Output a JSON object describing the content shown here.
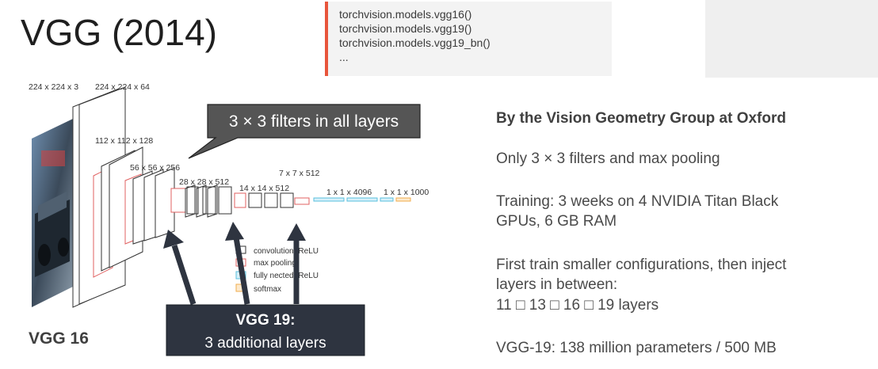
{
  "title": "VGG (2014)",
  "code_lines": [
    "torchvision.models.vgg16()",
    "torchvision.models.vgg19()",
    "torchvision.models.vgg19_bn()",
    "..."
  ],
  "diagram": {
    "dims": [
      "224 x 224 x 3",
      "224 x 224 x 64",
      "112 x 112 x 128",
      "56 x 56 x 256",
      "28 x 28 x 512",
      "14 x 14 x 512",
      "7 x 7 x 512",
      "1 x 1 x 4096",
      "1 x 1 x 1000"
    ],
    "callout": "3 × 3 filters in all layers",
    "vgg19_title": "VGG 19:",
    "vgg19_subtitle": "3 additional layers",
    "legend": [
      "convolution+ReLU",
      "max pooling",
      "fully nected+ReLU",
      "softmax"
    ],
    "colors": {
      "conv": "#333333",
      "pool": "#e06060",
      "fc": "#5bc0de",
      "softmax": "#f0ad4e",
      "callout_bg": "#555555",
      "vgg19_bg": "#2e3440"
    }
  },
  "vgg16_label": "VGG 16",
  "bullets": {
    "heading": "By the Vision Geometry Group at Oxford",
    "filters": "Only 3 × 3 filters and max pooling",
    "training_1": "Training: 3 weeks on 4 NVIDIA Titan Black",
    "training_2": "GPUs, 6 GB RAM",
    "inject_1": "First train smaller configurations, then inject",
    "inject_2": "layers in between:",
    "inject_3": "11 □ 13 □ 16 □ 19 layers",
    "params": "VGG-19: 138 million parameters / 500 MB"
  }
}
